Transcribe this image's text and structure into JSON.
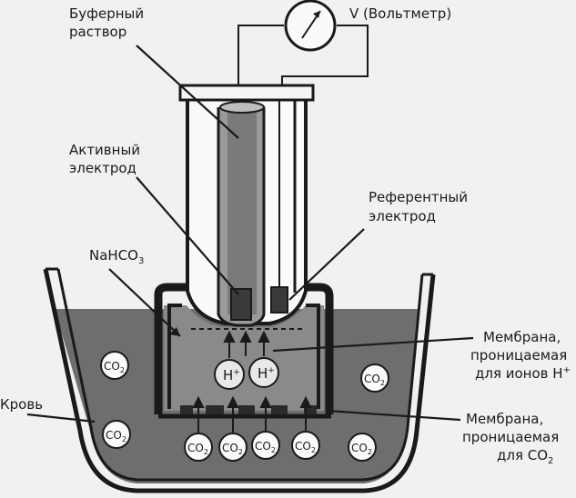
{
  "labels": {
    "buffer_line1": "Буферный",
    "buffer_line2": "раствор",
    "voltmeter": "V (Вольтметр)",
    "active_line1": "Активный",
    "active_line2": "электрод",
    "reference_line1": "Референтный",
    "reference_line2": "электрод",
    "nahco3_base": "NaHCO",
    "nahco3_sub": "3",
    "blood": "Кровь",
    "membrane_h_line1": "Мембрана,",
    "membrane_h_line2": "проницаемая",
    "membrane_h_line3": "для ионов H",
    "membrane_h_sup": "+",
    "membrane_co2_line1": "Мембрана,",
    "membrane_co2_line2": "проницаемая",
    "membrane_co2_line3": "для CO",
    "membrane_co2_sub": "2"
  },
  "molecules": {
    "h_ion": "H",
    "h_sup": "+",
    "co2_base": "CO",
    "co2_sub": "2"
  },
  "colors": {
    "background": "#f1f1ef",
    "blood": "#6e6e6e",
    "outline": "#1a1a1a",
    "glass": "#fafafa"
  }
}
